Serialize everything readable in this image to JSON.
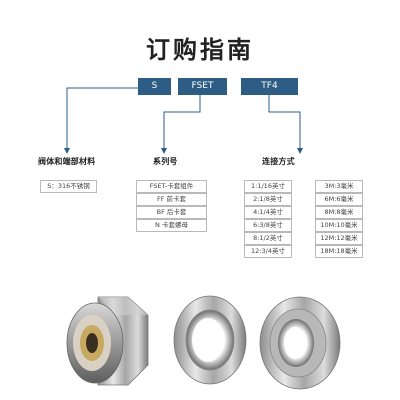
{
  "title": "订购指南",
  "code": {
    "s": "S",
    "fset": "FSET",
    "tf4": "TF4"
  },
  "categories": {
    "material": "阀体和端部材料",
    "series": "系列号",
    "connection": "连接方式"
  },
  "material": {
    "items": [
      "S：316不锈钢"
    ]
  },
  "series": {
    "items": [
      "FSET-卡套组件",
      "FF 前卡套",
      "BF 后卡套",
      "N 卡套螺母"
    ]
  },
  "connection": {
    "left": [
      "1:1/16英寸",
      "2:1/8英寸",
      "4:1/4英寸",
      "6:3/8英寸",
      "8:1/2英寸",
      "12:3/4英寸"
    ],
    "right": [
      "3M:3毫米",
      "6M:6毫米",
      "8M:8毫米",
      "10M:10毫米",
      "12M:12毫米",
      "18M:18毫米"
    ]
  },
  "colors": {
    "code_box": "#2d5d84",
    "line": "#2d5d84",
    "box_border": "#b9b9b9"
  },
  "icons": {
    "nut": "hex-nut-icon",
    "front_ferrule": "front-ferrule-icon",
    "back_ferrule": "back-ferrule-icon"
  }
}
